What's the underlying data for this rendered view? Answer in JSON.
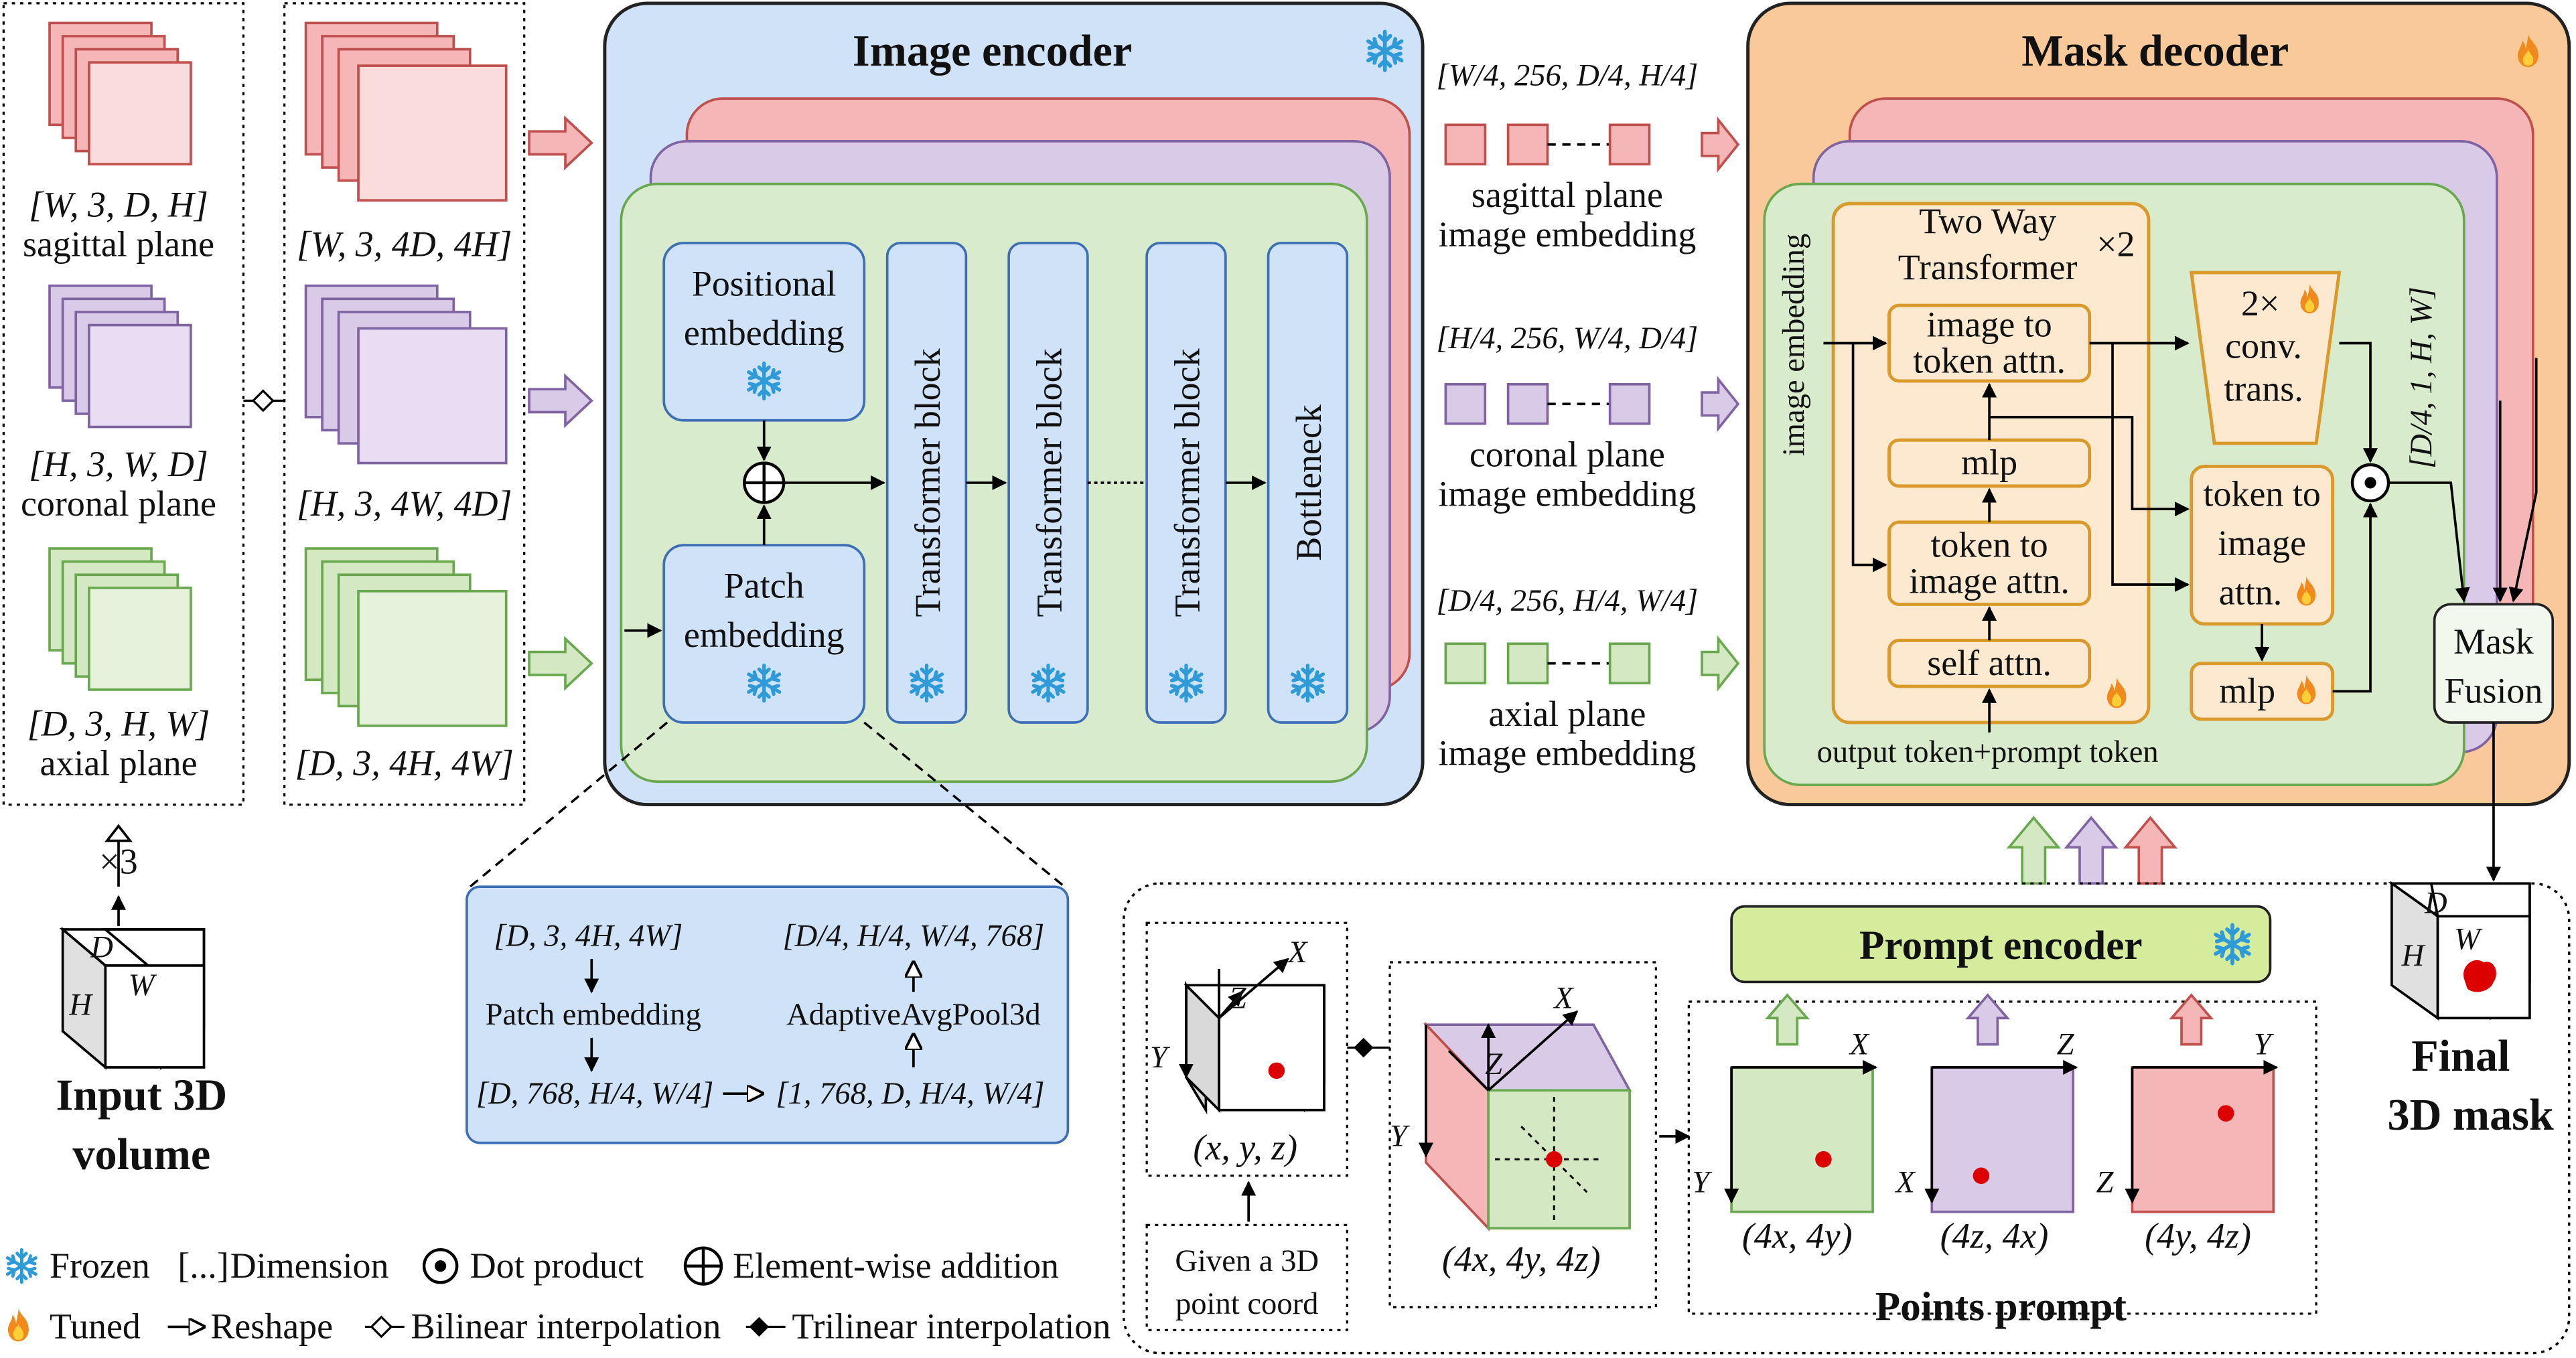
{
  "left": {
    "dims_sagittal": "[W, 3, D, H]",
    "label_sagittal": "sagittal plane",
    "dims_coronal": "[H, 3, W, D]",
    "label_coronal": "coronal plane",
    "dims_axial": "[D, 3, H, W]",
    "label_axial": "axial plane",
    "dims_up_sagittal": "[W, 3, 4D, 4H]",
    "dims_up_coronal": "[H, 3, 4W, 4D]",
    "dims_up_axial": "[D, 3, 4H, 4W]",
    "times3": "×3",
    "input_title_1": "Input 3D",
    "input_title_2": "volume",
    "cube_d": "D",
    "cube_h": "H",
    "cube_w": "W"
  },
  "encoder": {
    "title": "Image encoder",
    "positional_1": "Positional",
    "positional_2": "embedding",
    "patch_1": "Patch",
    "patch_2": "embedding",
    "blocks": [
      "Transformer block",
      "Transformer block",
      "Transformer block",
      "Bottleneck"
    ]
  },
  "patch_detail": {
    "in_dims": "[D, 3, 4H, 4W]",
    "patch_label": "Patch embedding",
    "mid_dims": "[D, 768, H/4, W/4]",
    "reshaped": "[1, 768, D, H/4, W/4]",
    "pool_label": "AdaptiveAvgPool3d",
    "out_dims": "[D/4, H/4, W/4, 768]"
  },
  "embeddings": [
    {
      "dims": "[W/4, 256, D/4, H/4]",
      "l1": "sagittal plane",
      "l2": "image embedding"
    },
    {
      "dims": "[H/4, 256, W/4, D/4]",
      "l1": "coronal plane",
      "l2": "image embedding"
    },
    {
      "dims": "[D/4, 256, H/4, W/4]",
      "l1": "axial plane",
      "l2": "image embedding"
    }
  ],
  "decoder": {
    "title": "Mask decoder",
    "image_embedding": "image embedding",
    "twoway_1": "Two Way",
    "twoway_2": "Transformer",
    "times2": "×2",
    "img_tok_1": "image to",
    "img_tok_2": "token attn.",
    "mlp": "mlp",
    "tok_img_1": "token to",
    "tok_img_2": "image attn.",
    "self_attn": "self attn.",
    "output_token": "output token+prompt token",
    "conv_1": "2×",
    "conv_2": "conv.",
    "conv_3": "trans.",
    "tok_img_r1": "token to",
    "tok_img_r2": "image",
    "tok_img_r3": "attn.",
    "mlp_r": "mlp",
    "out_dims": "[D/4, 1, H, W]",
    "fusion_1": "Mask",
    "fusion_2": "Fusion"
  },
  "final": {
    "title_1": "Final",
    "title_2": "3D mask",
    "d": "D",
    "h": "H",
    "w": "W"
  },
  "prompt": {
    "encoder_title": "Prompt encoder",
    "points_title": "Points prompt",
    "given_1": "Given a 3D",
    "given_2": "point coord",
    "coord_xyz": "(x, y, z)",
    "coord_4xyz": "(4x, 4y, 4z)",
    "coord_axial": "(4x, 4y)",
    "coord_coronal": "(4z, 4x)",
    "coord_sagittal": "(4y, 4z)",
    "ax_x": "X",
    "ax_y": "Y",
    "ax_z": "Z"
  },
  "legend": {
    "frozen": "Frozen",
    "dimension_mark": "[...]",
    "dimension": "Dimension",
    "dot": "Dot product",
    "add": "Element-wise addition",
    "tuned": "Tuned",
    "reshape": "Reshape",
    "bilinear": "Bilinear interpolation",
    "trilinear": "Trilinear interpolation"
  },
  "colors": {
    "sagittal": "#f4b6b6",
    "sagittal_edge": "#c0504d",
    "coronal": "#d9cbe8",
    "coronal_edge": "#8064a2",
    "axial": "#d4e8c4",
    "axial_edge": "#6aa84f",
    "encoder_bg": "#cfe2f7",
    "decoder_bg": "#f9c99a",
    "prompt_green": "#d5ec9c",
    "mask_dot": "#dd0000",
    "snow": "#2e9bd8"
  }
}
